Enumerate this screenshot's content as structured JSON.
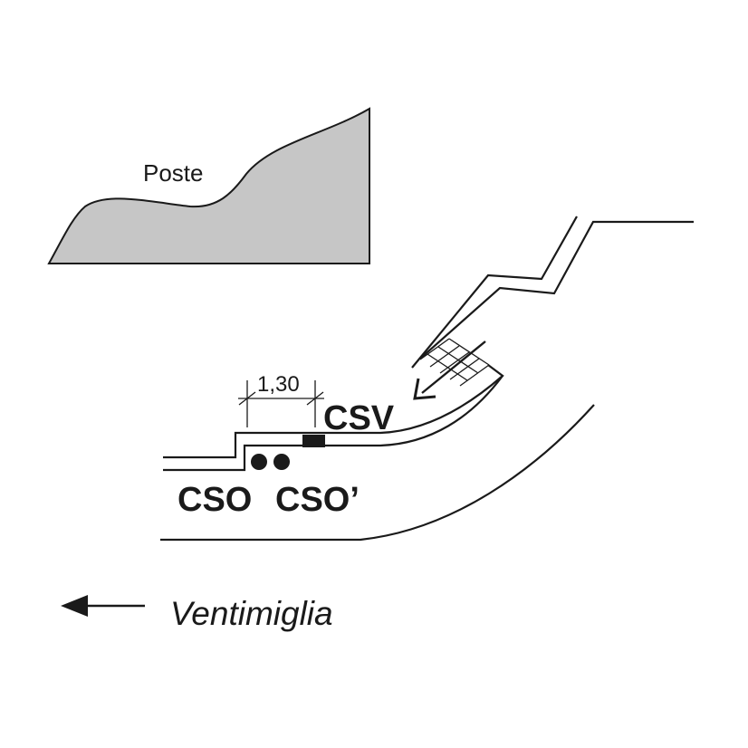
{
  "labels": {
    "building": "Poste",
    "dimension": "1,30",
    "signal_main": "CSV",
    "signal_left": "CSO",
    "signal_right": "CSO’",
    "direction": "Ventimiglia"
  },
  "colors": {
    "building_fill": "#c6c6c6",
    "line": "#1a1a1a"
  }
}
